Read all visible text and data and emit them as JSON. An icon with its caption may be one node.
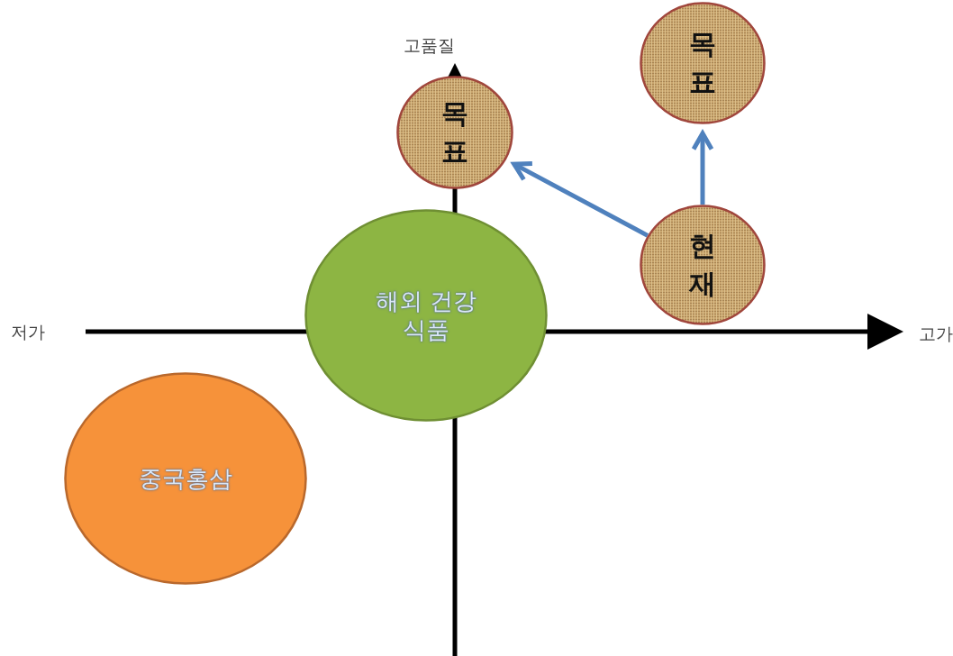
{
  "diagram": {
    "nodes": [
      {
        "text": [
          "목표"
        ]
      },
      {
        "text": [
          "목표"
        ]
      },
      {
        "text": [
          "현재"
        ]
      },
      {
        "text": [
          "해외 건강 식품"
        ]
      },
      {
        "text": [
          "중국홍삼"
        ]
      }
    ],
    "edges": [
      {
        "from": 2,
        "to": 0,
        "arrow": "to"
      },
      {
        "from": 2,
        "to": 1,
        "arrow": "to"
      }
    ],
    "labels": [
      "고품질",
      "저가",
      "고가"
    ]
  }
}
